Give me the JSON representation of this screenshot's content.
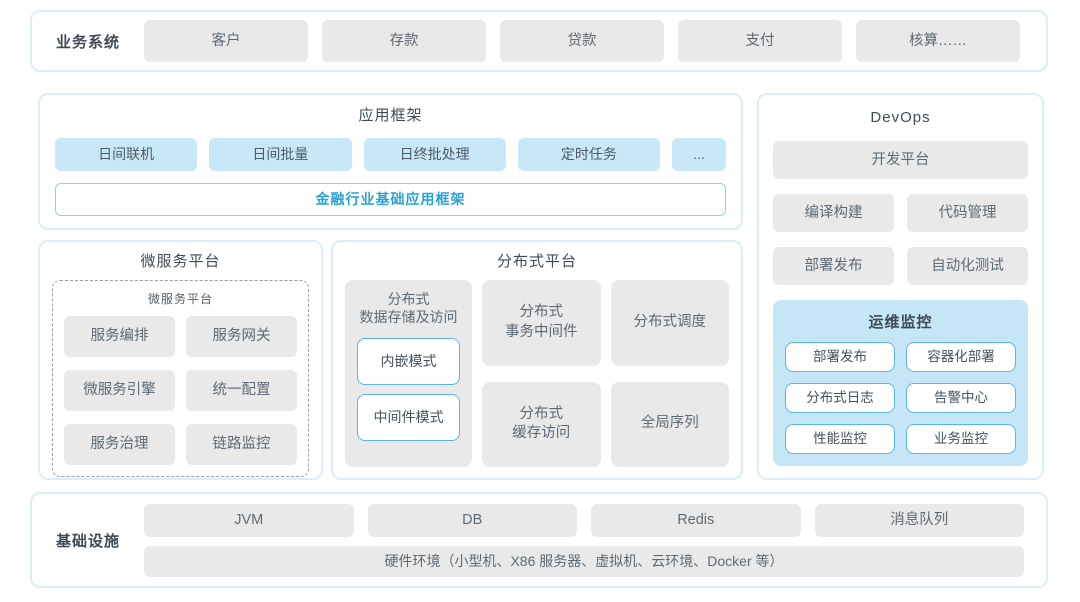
{
  "colors": {
    "panel_border": "#d9eef5",
    "gray_box_bg": "#e9e9e9",
    "blue_box_bg": "#c9e8f7",
    "monitor_panel_bg": "#c5e6f6",
    "outline_cyan": "#5cb7dc",
    "accent_blue_text": "#29a2d6",
    "title_text": "#3e4b55",
    "body_text": "#5d6a74"
  },
  "business": {
    "label": "业务系统",
    "items": [
      "客户",
      "存款",
      "贷款",
      "支付",
      "核算……"
    ]
  },
  "app_framework": {
    "title": "应用框架",
    "modules": [
      "日间联机",
      "日间批量",
      "日终批处理",
      "定时任务",
      "..."
    ],
    "base": "金融行业基础应用框架"
  },
  "microservice": {
    "title": "微服务平台",
    "inner_title": "微服务平台",
    "items": [
      "服务编排",
      "服务网关",
      "微服务引擎",
      "统一配置",
      "服务治理",
      "链路监控"
    ]
  },
  "distributed": {
    "title": "分布式平台",
    "storage_title": "分布式\n数据存储及访问",
    "storage_modes": [
      "内嵌模式",
      "中间件模式"
    ],
    "middle_cells": [
      "分布式\n事务中间件",
      "分布式\n缓存访问"
    ],
    "right_cells": [
      "分布式调度",
      "全局序列"
    ]
  },
  "devops": {
    "title": "DevOps",
    "platform": "开发平台",
    "tools": [
      "编译构建",
      "代码管理",
      "部署发布",
      "自动化测试"
    ],
    "monitoring": {
      "title": "运维监控",
      "items": [
        "部署发布",
        "容器化部署",
        "分布式日志",
        "告警中心",
        "性能监控",
        "业务监控"
      ]
    }
  },
  "infrastructure": {
    "label": "基础设施",
    "items": [
      "JVM",
      "DB",
      "Redis",
      "消息队列"
    ],
    "hardware": "硬件环境（小型机、X86 服务器、虚拟机、云环境、Docker 等）"
  }
}
